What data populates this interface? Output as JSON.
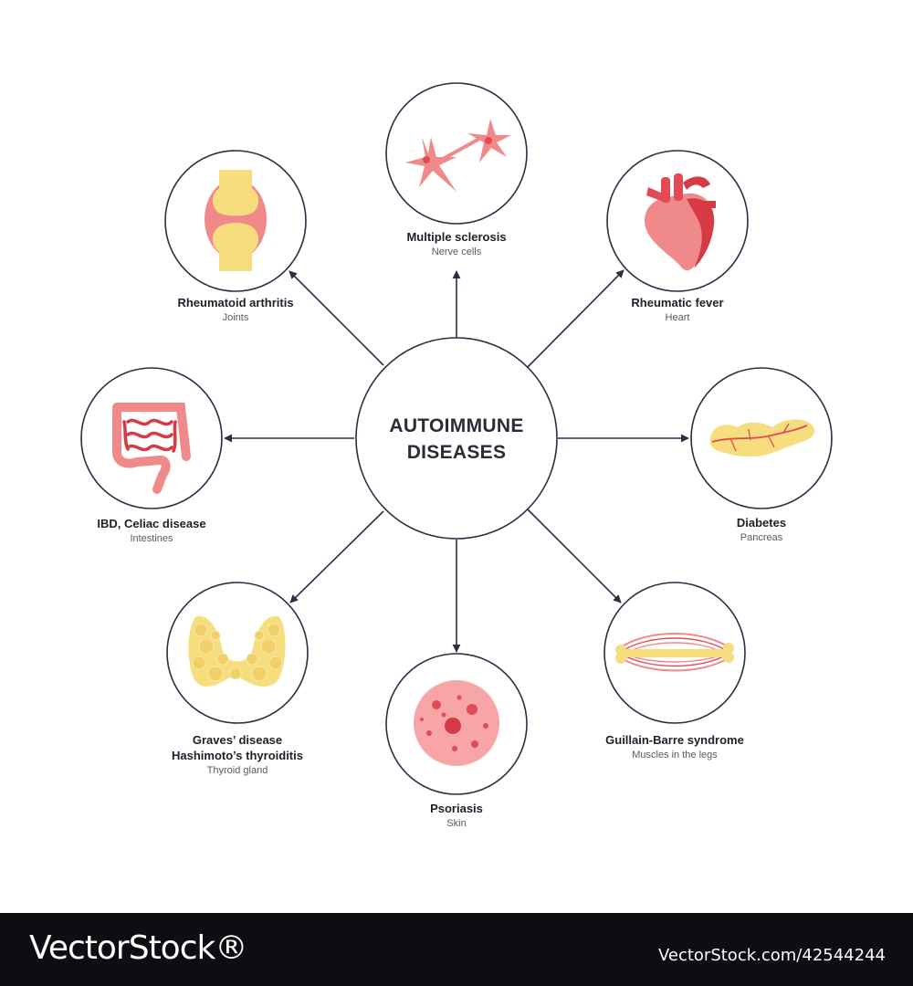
{
  "center": {
    "line1": "AUTOIMMUNE",
    "line2": "DISEASES"
  },
  "colors": {
    "stroke": "#2b2f45",
    "red": "#e24b55",
    "pink": "#f08a8a",
    "yellow": "#f6dd7d",
    "darkred": "#c7343c"
  },
  "nodes": [
    {
      "id": "ms",
      "title": "Multiple sclerosis",
      "subtitle": "Nerve cells",
      "icon": "nerve-cells-icon"
    },
    {
      "id": "rf",
      "title": "Rheumatic fever",
      "subtitle": "Heart",
      "icon": "heart-icon"
    },
    {
      "id": "db",
      "title": "Diabetes",
      "subtitle": "Pancreas",
      "icon": "pancreas-icon"
    },
    {
      "id": "gb",
      "title": "Guillain-Barre syndrome",
      "subtitle": "Muscles in the legs",
      "icon": "muscle-icon"
    },
    {
      "id": "ps",
      "title": "Psoriasis",
      "subtitle": "Skin",
      "icon": "skin-icon"
    },
    {
      "id": "gr",
      "title": "Graves’ disease",
      "title2": "Hashimoto’s thyroiditis",
      "subtitle": "Thyroid gland",
      "icon": "thyroid-icon"
    },
    {
      "id": "ibd",
      "title": "IBD, Celiac disease",
      "subtitle": "Intestines",
      "icon": "intestines-icon"
    },
    {
      "id": "ra",
      "title": "Rheumatoid arthritis",
      "subtitle": "Joints",
      "icon": "joint-icon"
    }
  ],
  "footer": {
    "brand": "VectorStock®",
    "image_id": "VectorStock.com/42544244"
  }
}
